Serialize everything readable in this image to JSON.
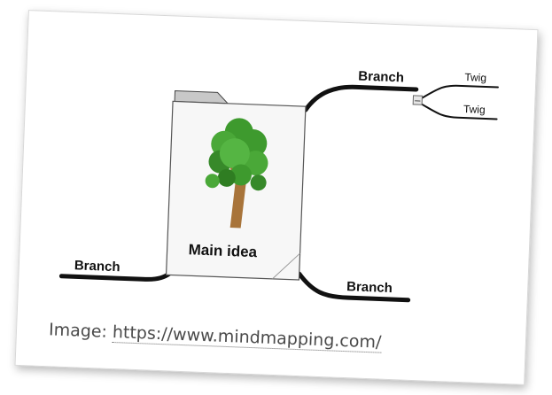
{
  "diagram": {
    "center": {
      "label": "Main idea",
      "image": "tree-icon"
    },
    "branches": [
      {
        "label": "Branch",
        "twigs": [
          {
            "label": "Twig"
          },
          {
            "label": "Twig"
          }
        ]
      },
      {
        "label": "Branch"
      },
      {
        "label": "Branch"
      }
    ],
    "collapse_symbol": "−"
  },
  "caption": {
    "prefix": "Image:",
    "link_text": "https://www.mindmapping.com/"
  },
  "colors": {
    "branch_line": "#111111",
    "folder_body": "#f7f7f7",
    "folder_tab": "#c8c8c8",
    "foliage": "#3e9a2e",
    "trunk": "#a8743a"
  }
}
